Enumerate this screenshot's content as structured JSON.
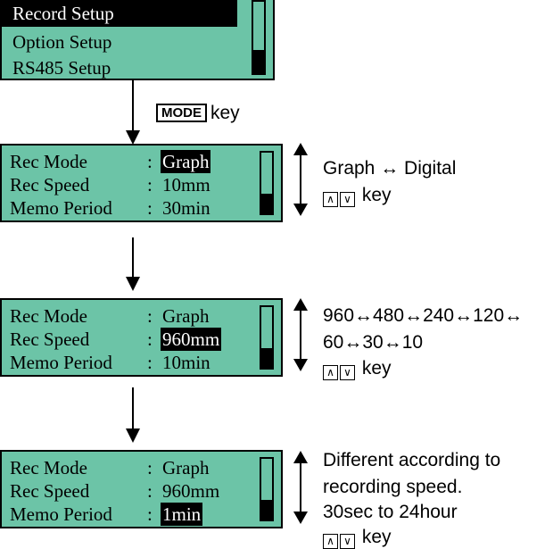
{
  "top_menu": {
    "items": [
      "Record Setup",
      "Option Setup",
      "RS485 Setup"
    ],
    "selected_index": 0
  },
  "mode_key": {
    "key_name": "MODE",
    "key_word": "key"
  },
  "screens": [
    {
      "rows": [
        {
          "label": "Rec Mode",
          "value": "Graph",
          "highlighted": true
        },
        {
          "label": "Rec Speed",
          "value": "10mm",
          "highlighted": false
        },
        {
          "label": "Memo Period",
          "value": "30min",
          "highlighted": false
        }
      ],
      "note_lines": [
        "Graph ↔ Digital"
      ]
    },
    {
      "rows": [
        {
          "label": "Rec Mode",
          "value": "Graph",
          "highlighted": false
        },
        {
          "label": "Rec Speed",
          "value": "960mm",
          "highlighted": true
        },
        {
          "label": "Memo Period",
          "value": "10min",
          "highlighted": false
        }
      ],
      "note_lines": [
        "960↔480↔240↔120↔",
        "60↔30↔10"
      ]
    },
    {
      "rows": [
        {
          "label": "Rec Mode",
          "value": "Graph",
          "highlighted": false
        },
        {
          "label": "Rec Speed",
          "value": "960mm",
          "highlighted": false
        },
        {
          "label": "Memo Period",
          "value": "1min",
          "highlighted": true
        }
      ],
      "note_lines": [
        "Different according to",
        "recording speed.",
        "30sec to 24hour"
      ]
    }
  ],
  "colon": ":",
  "key_hint": {
    "up_glyph": "∧",
    "down_glyph": "∨",
    "word": "key"
  }
}
